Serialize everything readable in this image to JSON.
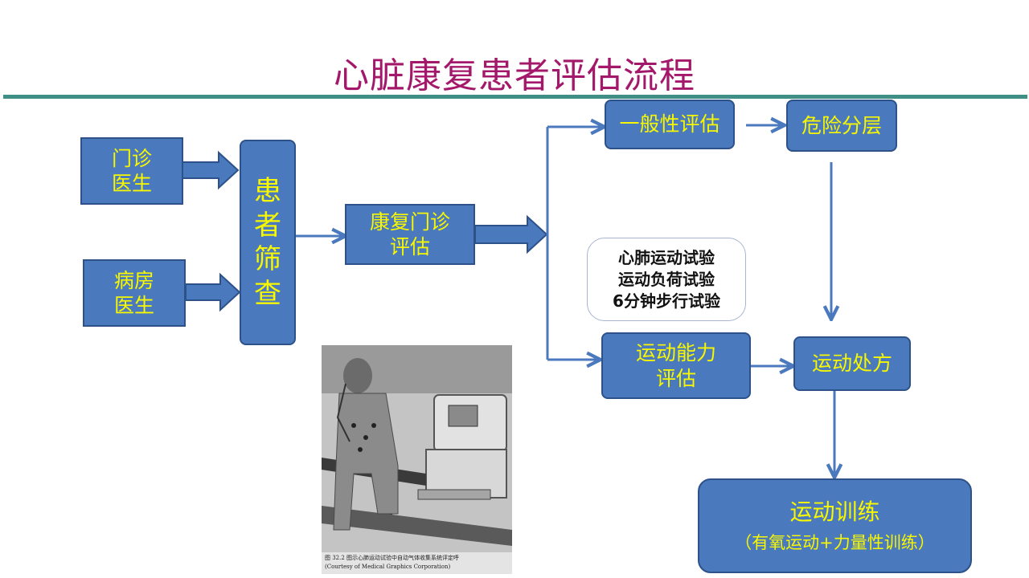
{
  "title": "心脏康复患者评估流程",
  "boxes": {
    "clinic_doctor": [
      "门诊",
      "医生"
    ],
    "ward_doctor": [
      "病房",
      "医生"
    ],
    "screening": [
      "患",
      "者",
      "筛",
      "查"
    ],
    "rehab_clinic": [
      "康复门诊",
      "评估"
    ],
    "general": "一般性评估",
    "risk": "危险分层",
    "capacity": [
      "运动能力",
      "评估"
    ],
    "prescription": "运动处方",
    "training": "运动训练",
    "training_detail": "（有氧运动+力量性训练）"
  },
  "tests": [
    "心肺运动试验",
    "运动负荷试验",
    "6分钟步行试验"
  ],
  "photo": {
    "caption_line1": "图 32.2  图示心肺运动试验中自动气体收集系统评定呼",
    "caption_line2": "(Courtesy of Medical Graphics Corporation)"
  },
  "colors": {
    "box_fill": "#4b79bd",
    "box_text": "#f7f700",
    "title": "#a3186a",
    "rule": "#3f8f86",
    "arrow": "#4b79bd"
  }
}
